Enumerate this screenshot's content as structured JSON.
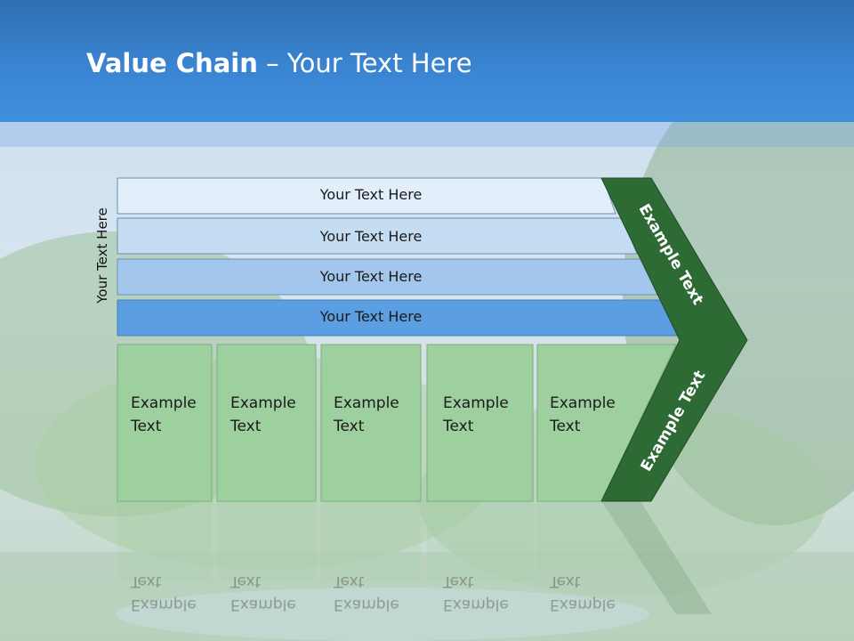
{
  "title": {
    "bold": "Value Chain",
    "rest": " – Your Text Here"
  },
  "side_label": "Your Text Here",
  "bars": [
    {
      "label": "Your Text Here",
      "fill": "#e2eefa"
    },
    {
      "label": "Your Text Here",
      "fill": "#c5ddf3"
    },
    {
      "label": "Your Text Here",
      "fill": "#a3c7ec"
    },
    {
      "label": "Your Text Here",
      "fill": "#5b9ee1"
    }
  ],
  "boxes": [
    {
      "label_line1": "Example",
      "label_line2": "Text"
    },
    {
      "label_line1": "Example",
      "label_line2": "Text"
    },
    {
      "label_line1": "Example",
      "label_line2": "Text"
    },
    {
      "label_line1": "Example",
      "label_line2": "Text"
    },
    {
      "label_line1": "Example",
      "label_line2": "Text"
    }
  ],
  "arrow": {
    "upper_label": "Example Text",
    "lower_label": "Example Text",
    "fill": "#2d6a34"
  },
  "colors": {
    "box_fill": "#9ecf9f",
    "box_stroke": "#8ab58b",
    "header": "#3b86d4"
  }
}
